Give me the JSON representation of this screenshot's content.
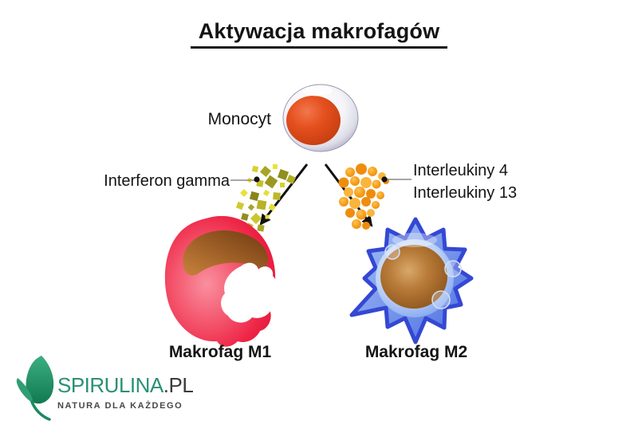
{
  "title": "Aktywacja makrofagów",
  "diagram": {
    "monocyte_label": "Monocyt",
    "left_pathway": {
      "signal_label": "Interferon gamma",
      "result_label": "Makrofag M1"
    },
    "right_pathway": {
      "signal_label_1": "Interleukiny 4",
      "signal_label_2": "Interleukiny 13",
      "result_label": "Makrofag M2"
    }
  },
  "logo": {
    "brand": "SPIRULINA",
    "domain_suffix": ".PL",
    "tagline": "NATURA DLA KAŻDEGO",
    "icon": "leaf-icon"
  },
  "colors": {
    "text": "#141414",
    "monocyte_nucleus_orange": "#e04a1a",
    "m1_cell_red": "#ee2647",
    "m1_nucleus_brown": "#8a4a1c",
    "m2_cell_blue": "#5b83e8",
    "m2_nucleus_brown": "#a96a2a",
    "interferon_particles_yellow": "#d6d02f",
    "interleukin_particles_orange": "#f6a21c",
    "arrow_black": "#111111",
    "logo_green": "#2a9173",
    "logo_gray": "#3b3b3b"
  }
}
